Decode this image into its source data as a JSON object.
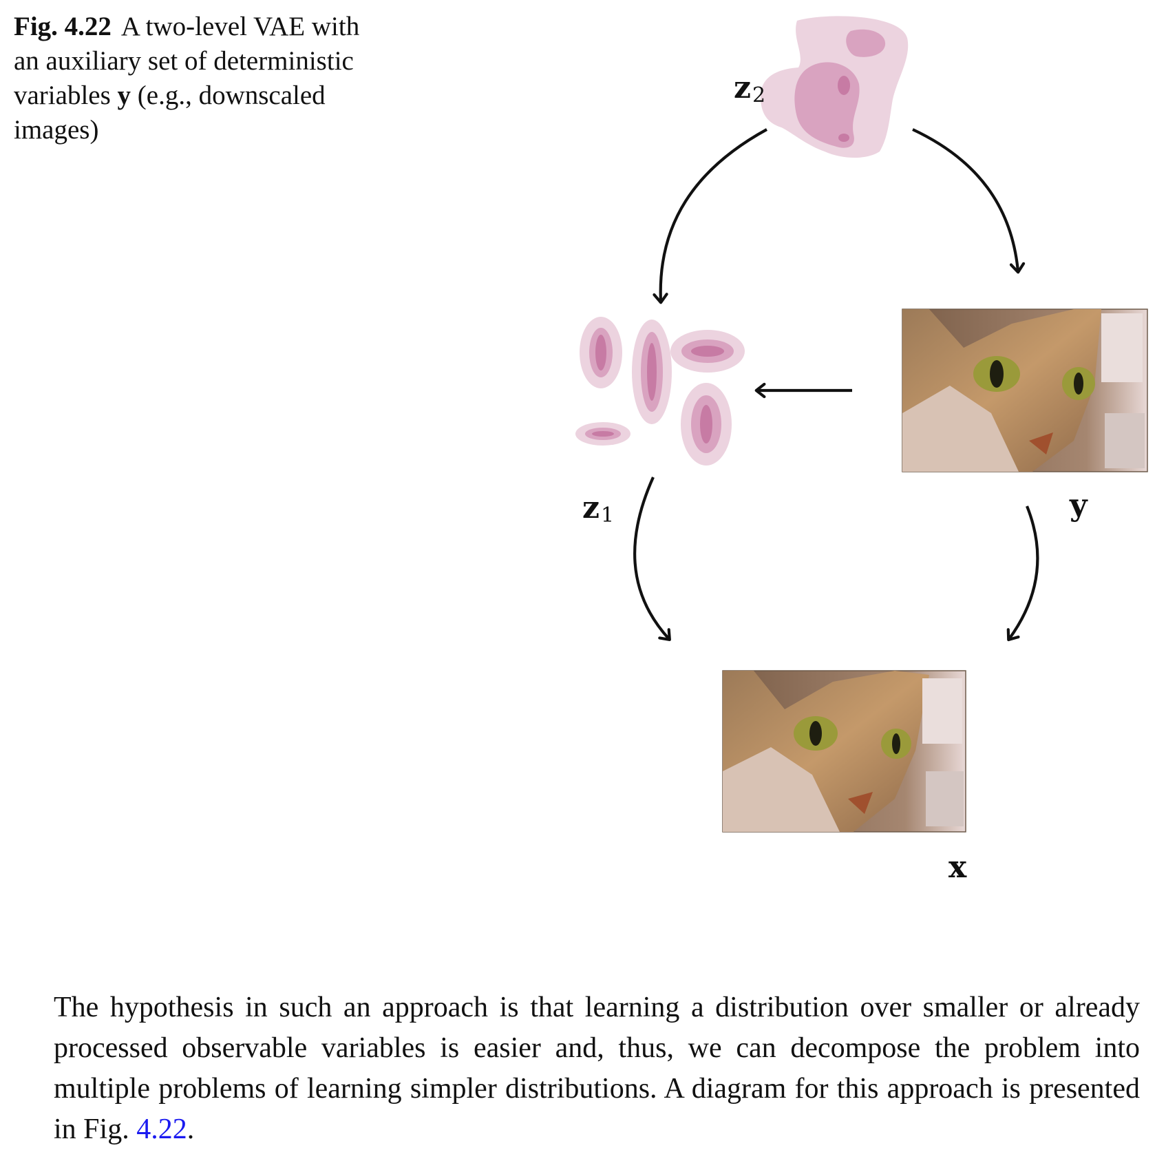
{
  "caption": {
    "label": "Fig. 4.22",
    "text_before": "A two-level VAE with an auxiliary set of deterministic variables",
    "bold_var": "y",
    "text_after": "(e.g., downscaled images)"
  },
  "diagram": {
    "nodes": {
      "z2": {
        "letter": "z",
        "sub": "2"
      },
      "z1": {
        "letter": "z",
        "sub": "1"
      },
      "y": {
        "letter": "y"
      },
      "x": {
        "letter": "x"
      }
    },
    "colors": {
      "blob_light": "#ecd3df",
      "blob_mid": "#d9a3c0",
      "blob_dark": "#c77ba4",
      "arrow": "#111111"
    }
  },
  "paragraph": {
    "text": "The hypothesis in such an approach is that learning a distribution over smaller or already processed observable variables is easier and, thus, we can decompose the problem into multiple problems of learning simpler distributions. A diagram for this approach is presented in Fig.",
    "ref": "4.22",
    "end": "."
  }
}
